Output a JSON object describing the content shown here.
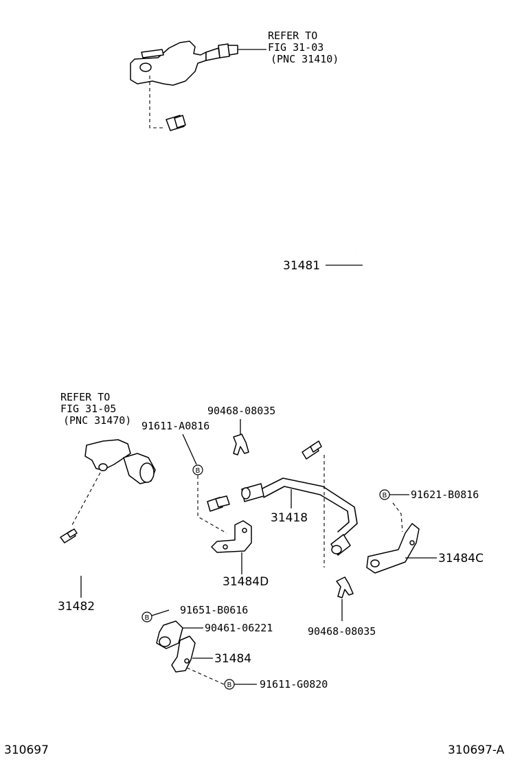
{
  "refer_top": {
    "line1": "REFER TO",
    "line2": "FIG 31-03",
    "line3": "(PNC 31410)"
  },
  "refer_mid": {
    "line1": "REFER TO",
    "line2": "FIG 31-05",
    "line3": "(PNC 31470)"
  },
  "parts": {
    "p31481": "31481",
    "p31482": "31482",
    "p31418": "31418",
    "p31484D": "31484D",
    "p31484C": "31484C",
    "p31484": "31484",
    "p90468_a": "90468-08035",
    "p90468_b": "90468-08035",
    "p91611_a": "91611-A0816",
    "p91621": "91621-B0816",
    "p91651": "91651-B0616",
    "p90461": "90461-06221",
    "p91611_g": "91611-G0820"
  },
  "bolt_symbol": "B",
  "footer": {
    "left": "310697",
    "right": "310697-A"
  }
}
